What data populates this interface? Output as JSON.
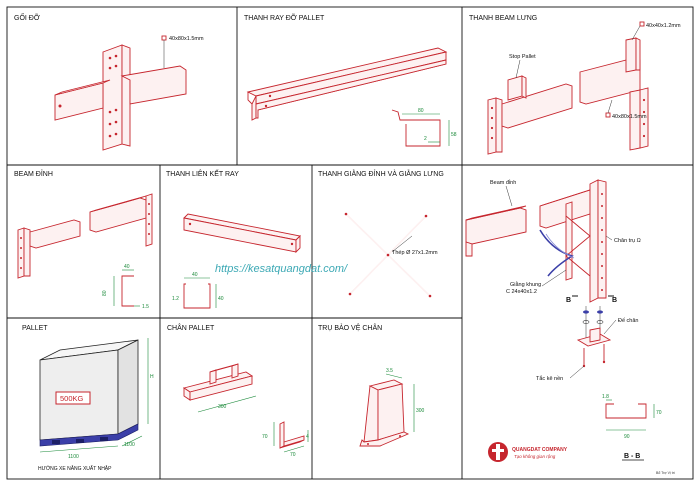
{
  "panels": {
    "goi_do": {
      "title": "GỐI ĐỠ",
      "note": "40x80x1.5mm"
    },
    "thanh_ray": {
      "title": "THANH RAY ĐỠ PALLET",
      "dims": [
        "80",
        "2",
        "58"
      ]
    },
    "beam_lung": {
      "title": "THANH BEAM LƯNG",
      "stop": "Stop Pallet",
      "note1": "40x40x1.2mm",
      "note2": "40x80x1.5mm"
    },
    "beam_dinh": {
      "title": "BEAM ĐỈNH",
      "dims": [
        "40",
        "80",
        "1.5"
      ]
    },
    "lien_ket": {
      "title": "THANH LIÊN KẾT RAY",
      "dims": [
        "40",
        "1.2",
        "40"
      ]
    },
    "giang": {
      "title": "THANH GIẰNG ĐỈNH VÀ GIẰNG LƯNG",
      "note": "Thép Ø 27x1.2mm"
    },
    "pallet": {
      "title": "PALLET",
      "load": "500KG",
      "dims": [
        "1100",
        "1100",
        "H"
      ],
      "caption": "HƯỚNG XE NÂNG XUẤT NHẬP"
    },
    "chan_pallet": {
      "title": "CHÂN PALLET",
      "dims": [
        "300",
        "70",
        "70",
        "4"
      ]
    },
    "tru_bao_ve": {
      "title": "TRỤ BẢO VỆ CHÂN",
      "dims": [
        "3.5",
        "300"
      ]
    },
    "assembly": {
      "beam_dinh": "Beam đỉnh",
      "chan_tru": "Chân trụ Ω",
      "giang_khung": "Giằng khung",
      "giang_khung2": "C 24x40x1.2",
      "de_chan": "Đế chân",
      "tac_ke": "Tắc kê nền",
      "b_left": "B",
      "b_right": "B",
      "section": "B - B",
      "sec_dims": [
        "1.8",
        "70",
        "90"
      ],
      "company": "QUANGDAT COMPANY",
      "slogan": "Tạo không gian rộng",
      "tiny": "Bổ Trợ Vị trí"
    }
  },
  "watermark": "https://kesatquangdat.com/",
  "colors": {
    "accent": "#c6262e",
    "dimension": "#1b8a3a",
    "watermark": "#1a9aa8"
  }
}
